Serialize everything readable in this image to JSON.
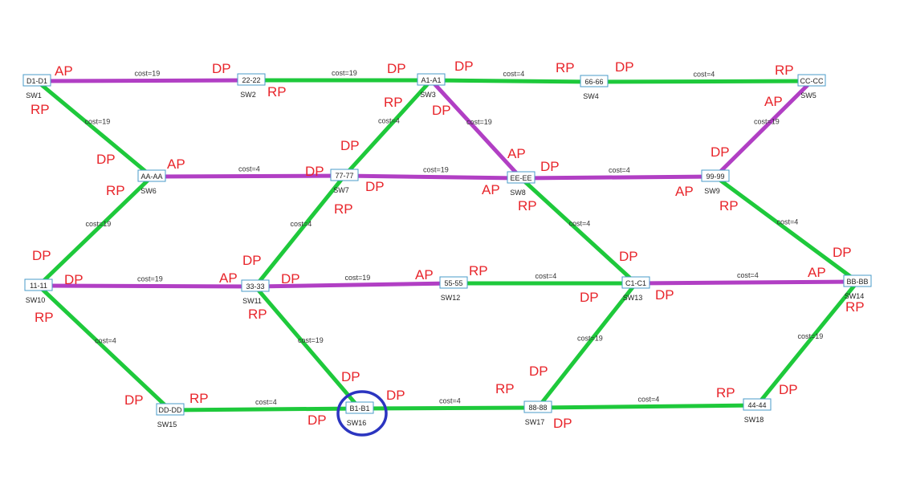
{
  "colors": {
    "forwarding": "#1ec93b",
    "alternate": "#b13fc4",
    "role_text": "#e8252b",
    "highlight": "#2b35c0",
    "switch_border": "#4a9bc9"
  },
  "switches": [
    {
      "id": "SW1",
      "label": "D1-D1",
      "name": "SW1"
    },
    {
      "id": "SW2",
      "label": "22-22",
      "name": "SW2"
    },
    {
      "id": "SW3",
      "label": "A1-A1",
      "name": "SW3"
    },
    {
      "id": "SW4",
      "label": "66-66",
      "name": "SW4"
    },
    {
      "id": "SW5",
      "label": "CC-CC",
      "name": "SW5"
    },
    {
      "id": "SW6",
      "label": "AA-AA",
      "name": "SW6"
    },
    {
      "id": "SW7",
      "label": "77-77",
      "name": "SW7"
    },
    {
      "id": "SW8",
      "label": "EE-EE",
      "name": "SW8"
    },
    {
      "id": "SW9",
      "label": "99-99",
      "name": "SW9"
    },
    {
      "id": "SW10",
      "label": "11-11",
      "name": "SW10"
    },
    {
      "id": "SW11",
      "label": "33-33",
      "name": "SW11"
    },
    {
      "id": "SW12",
      "label": "55-55",
      "name": "SW12"
    },
    {
      "id": "SW13",
      "label": "C1-C1",
      "name": "SW13"
    },
    {
      "id": "SW14",
      "label": "BB-BB",
      "name": "SW14"
    },
    {
      "id": "SW15",
      "label": "DD-DD",
      "name": "SW15"
    },
    {
      "id": "SW16",
      "label": "B1-B1",
      "name": "SW16",
      "highlighted": true
    },
    {
      "id": "SW17",
      "label": "88-88",
      "name": "SW17"
    },
    {
      "id": "SW18",
      "label": "44-44",
      "name": "SW18"
    }
  ],
  "links": [
    {
      "from": "SW1",
      "to": "SW2",
      "cost": "cost=19",
      "state": "alternate",
      "from_role": "AP",
      "to_role": "DP"
    },
    {
      "from": "SW2",
      "to": "SW3",
      "cost": "cost=19",
      "state": "forwarding",
      "from_role": "RP",
      "to_role": "DP"
    },
    {
      "from": "SW3",
      "to": "SW4",
      "cost": "cost=4",
      "state": "forwarding",
      "from_role": "DP",
      "to_role": "RP"
    },
    {
      "from": "SW4",
      "to": "SW5",
      "cost": "cost=4",
      "state": "forwarding",
      "from_role": "DP",
      "to_role": "RP"
    },
    {
      "from": "SW1",
      "to": "SW6",
      "cost": "cost=19",
      "state": "forwarding",
      "from_role": "RP",
      "to_role": "DP"
    },
    {
      "from": "SW3",
      "to": "SW7",
      "cost": "cost=4",
      "state": "forwarding",
      "from_role": "RP",
      "to_role": "DP"
    },
    {
      "from": "SW3",
      "to": "SW8",
      "cost": "cost=19",
      "state": "alternate",
      "from_role": "DP",
      "to_role": "AP"
    },
    {
      "from": "SW5",
      "to": "SW9",
      "cost": "cost=19",
      "state": "alternate",
      "from_role": "AP",
      "to_role": "DP"
    },
    {
      "from": "SW6",
      "to": "SW7",
      "cost": "cost=4",
      "state": "alternate",
      "from_role": "AP",
      "to_role": "DP"
    },
    {
      "from": "SW7",
      "to": "SW8",
      "cost": "cost=19",
      "state": "alternate",
      "from_role": "DP",
      "to_role": "AP"
    },
    {
      "from": "SW8",
      "to": "SW9",
      "cost": "cost=4",
      "state": "alternate",
      "from_role": "DP",
      "to_role": "AP"
    },
    {
      "from": "SW6",
      "to": "SW10",
      "cost": "cost=19",
      "state": "forwarding",
      "from_role": "RP",
      "to_role": "DP"
    },
    {
      "from": "SW7",
      "to": "SW11",
      "cost": "cost=4",
      "state": "forwarding",
      "from_role": "RP",
      "to_role": "DP"
    },
    {
      "from": "SW8",
      "to": "SW13",
      "cost": "cost=4",
      "state": "forwarding",
      "from_role": "RP",
      "to_role": "DP"
    },
    {
      "from": "SW9",
      "to": "SW14",
      "cost": "cost=4",
      "state": "forwarding",
      "from_role": "RP",
      "to_role": "DP"
    },
    {
      "from": "SW10",
      "to": "SW11",
      "cost": "cost=19",
      "state": "alternate",
      "from_role": "DP",
      "to_role": "AP"
    },
    {
      "from": "SW11",
      "to": "SW12",
      "cost": "cost=19",
      "state": "alternate",
      "from_role": "DP",
      "to_role": "AP"
    },
    {
      "from": "SW12",
      "to": "SW13",
      "cost": "cost=4",
      "state": "forwarding",
      "from_role": "RP",
      "to_role": ""
    },
    {
      "from": "SW13",
      "to": "SW14",
      "cost": "cost=4",
      "state": "alternate",
      "from_role": "DP",
      "to_role": "AP"
    },
    {
      "from": "SW10",
      "to": "SW15",
      "cost": "cost=4",
      "state": "forwarding",
      "from_role": "RP",
      "to_role": "DP"
    },
    {
      "from": "SW11",
      "to": "SW16",
      "cost": "cost=19",
      "state": "forwarding",
      "from_role": "RP",
      "to_role": "DP"
    },
    {
      "from": "SW13",
      "to": "SW17",
      "cost": "cost=19",
      "state": "forwarding",
      "from_role": "DP",
      "to_role": "DP"
    },
    {
      "from": "SW14",
      "to": "SW18",
      "cost": "cost=19",
      "state": "forwarding",
      "from_role": "RP",
      "to_role": "DP"
    },
    {
      "from": "SW15",
      "to": "SW16",
      "cost": "cost=4",
      "state": "forwarding",
      "from_role": "RP",
      "to_role": "DP"
    },
    {
      "from": "SW16",
      "to": "SW17",
      "cost": "cost=4",
      "state": "forwarding",
      "from_role": "DP",
      "to_role": "RP"
    },
    {
      "from": "SW17",
      "to": "SW18",
      "cost": "cost=4",
      "state": "forwarding",
      "from_role": "DP",
      "to_role": "RP"
    }
  ]
}
